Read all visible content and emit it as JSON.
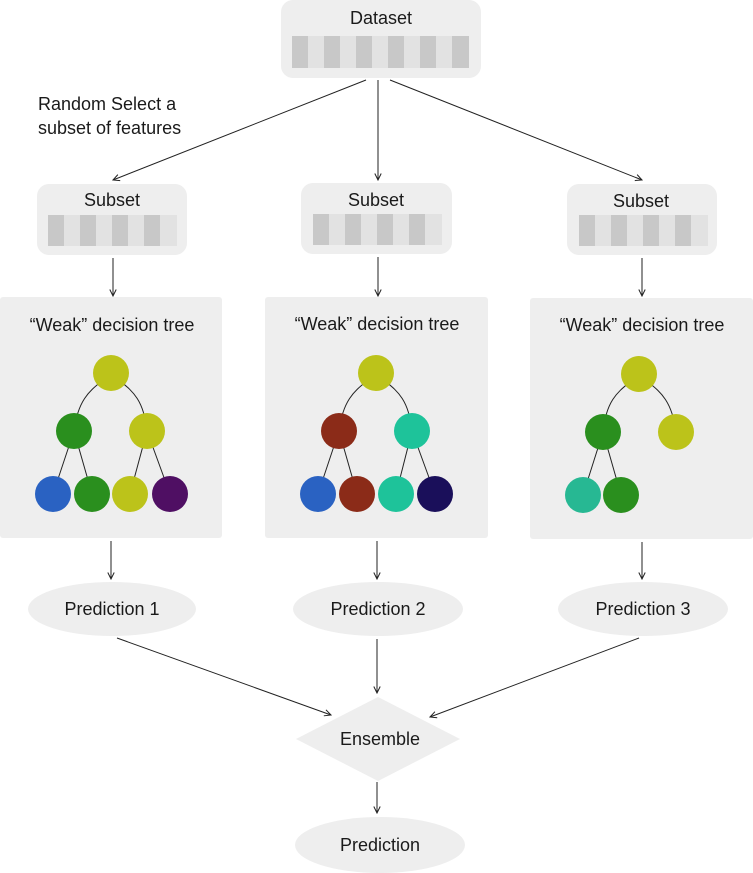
{
  "dataset": {
    "title": "Dataset"
  },
  "annotation": {
    "line1": "Random Select a",
    "line2": "subset of features"
  },
  "subsets": [
    {
      "title": "Subset"
    },
    {
      "title": "Subset"
    },
    {
      "title": "Subset"
    }
  ],
  "trees": [
    {
      "title": "“Weak” decision tree",
      "nodes": {
        "root": "#bcc31a",
        "l1_left": "#2a8f1e",
        "l1_right": "#bcc31a",
        "leaf1": "#2a62c2",
        "leaf2": "#2a8f1e",
        "leaf3": "#bcc31a",
        "leaf4": "#4f0f63"
      }
    },
    {
      "title": "“Weak” decision tree",
      "nodes": {
        "root": "#bcc31a",
        "l1_left": "#8b2b18",
        "l1_right": "#1ec39a",
        "leaf1": "#2a62c2",
        "leaf2": "#8b2b18",
        "leaf3": "#1ec39a",
        "leaf4": "#1a0f5a"
      }
    },
    {
      "title": "“Weak” decision tree",
      "nodes": {
        "root": "#bcc31a",
        "l1_left": "#2a8f1e",
        "l1_right": "#bcc31a",
        "leaf1": "#27b893",
        "leaf2": "#2a8f1e"
      }
    }
  ],
  "predictions": [
    {
      "label": "Prediction 1"
    },
    {
      "label": "Prediction 2"
    },
    {
      "label": "Prediction 3"
    }
  ],
  "ensemble": {
    "label": "Ensemble"
  },
  "final": {
    "label": "Prediction"
  },
  "colors": {
    "panel": "#eeeeee",
    "cell_dark": "#c8c8c8",
    "cell_light": "#e2e2e2",
    "arrow": "#222222"
  }
}
